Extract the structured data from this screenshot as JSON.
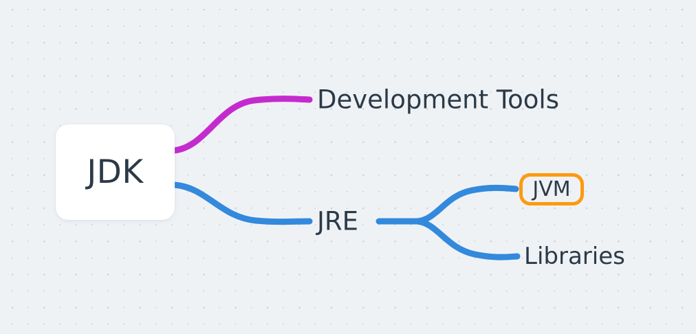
{
  "diagram": {
    "type": "mind-map",
    "title": "JDK structure mind map",
    "background": {
      "color": "#eff2f5",
      "dot_color": "#c9d1db",
      "pattern": "dot-grid"
    },
    "root": {
      "label": "JDK",
      "shape": "rounded-rectangle",
      "fill": "#ffffff",
      "text_color": "#2c3a47"
    },
    "nodes": [
      {
        "id": "development-tools",
        "label": "Development Tools",
        "shape": "text",
        "text_color": "#2c3a47",
        "edge_color": "#c42bce"
      },
      {
        "id": "jre",
        "label": "JRE",
        "shape": "text",
        "text_color": "#2c3a47",
        "edge_color": "#3389dc"
      },
      {
        "id": "jvm",
        "label": "JVM",
        "shape": "rounded-pill-outline",
        "text_color": "#2c3a47",
        "border_color": "#fd9a10",
        "edge_color": "#3389dc"
      },
      {
        "id": "libraries",
        "label": "Libraries",
        "shape": "text",
        "text_color": "#2c3a47",
        "edge_color": "#3389dc"
      }
    ],
    "edges": [
      {
        "id": "jdk-to-development-tools",
        "from": "JDK",
        "to": "Development Tools",
        "color": "#c42bce"
      },
      {
        "id": "jdk-to-jre",
        "from": "JDK",
        "to": "JRE",
        "color": "#3389dc"
      },
      {
        "id": "jre-to-jvm",
        "from": "JRE",
        "to": "JVM",
        "color": "#3389dc"
      },
      {
        "id": "jre-to-libraries",
        "from": "JRE",
        "to": "Libraries",
        "color": "#3389dc"
      }
    ],
    "colors": {
      "magenta": "#c42bce",
      "blue": "#3389dc",
      "orange": "#fd9a10",
      "navy_text": "#2c3a47",
      "canvas": "#eff2f5"
    }
  }
}
